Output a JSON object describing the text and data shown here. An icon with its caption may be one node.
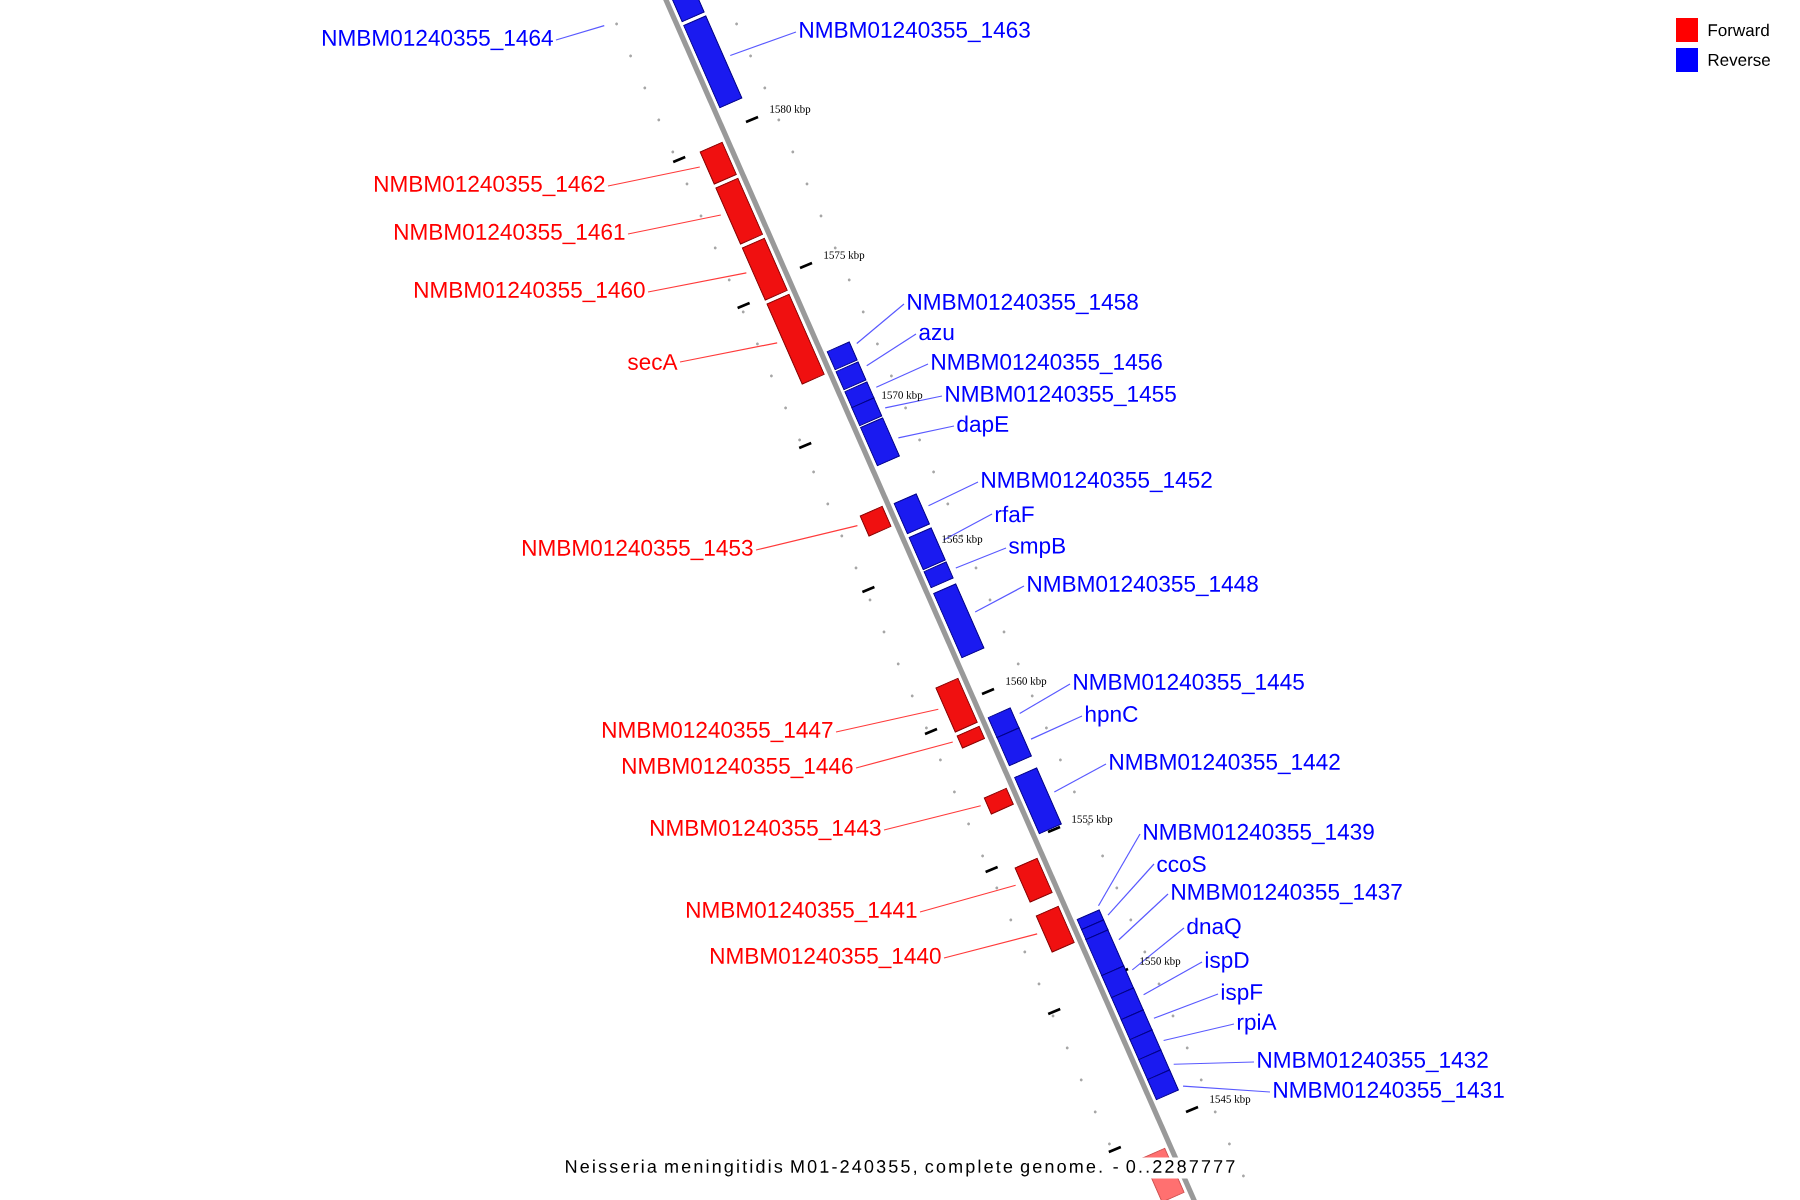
{
  "diagram": {
    "caption": "Neisseria meningitidis M01-240355, complete genome. - 0..2287777",
    "nodes": [
      {
        "text": [],
        "shape": "bar"
      },
      {
        "text": [
          "NMBM01240355_1464"
        ]
      },
      {
        "text": [
          "NMBM01240355_1463"
        ]
      },
      {
        "text": [],
        "shape": "bar"
      },
      {
        "text": [
          "NMBM01240355_1462"
        ]
      },
      {
        "text": [],
        "shape": "bar"
      },
      {
        "text": [
          "NMBM01240355_1461"
        ]
      },
      {
        "text": [],
        "shape": "bar"
      },
      {
        "text": [
          "NMBM01240355_1460"
        ]
      },
      {
        "text": [],
        "shape": "bar"
      },
      {
        "text": [
          "secA"
        ]
      },
      {
        "text": [],
        "shape": "bar"
      },
      {
        "text": [
          "NMBM01240355_1458"
        ]
      },
      {
        "text": [],
        "shape": "bar"
      },
      {
        "text": [
          "azu"
        ]
      },
      {
        "text": [],
        "shape": "bar"
      },
      {
        "text": [
          "NMBM01240355_1456"
        ]
      },
      {
        "text": [],
        "shape": "bar"
      },
      {
        "text": [
          "NMBM01240355_1455"
        ]
      },
      {
        "text": [],
        "shape": "bar"
      },
      {
        "text": [
          "dapE"
        ]
      },
      {
        "text": [],
        "shape": "bar"
      },
      {
        "text": [
          "NMBM01240355_1453"
        ]
      },
      {
        "text": [],
        "shape": "bar"
      },
      {
        "text": [
          "NMBM01240355_1452"
        ]
      },
      {
        "text": [],
        "shape": "bar"
      },
      {
        "text": [
          "rfaF"
        ]
      },
      {
        "text": [],
        "shape": "bar"
      },
      {
        "text": [
          "smpB"
        ]
      },
      {
        "text": [],
        "shape": "bar"
      },
      {
        "text": [
          "NMBM01240355_1448"
        ]
      },
      {
        "text": [],
        "shape": "bar"
      },
      {
        "text": [
          "NMBM01240355_1447"
        ]
      },
      {
        "text": [],
        "shape": "bar"
      },
      {
        "text": [
          "NMBM01240355_1445"
        ]
      },
      {
        "text": [],
        "shape": "bar"
      },
      {
        "text": [
          "NMBM01240355_1446"
        ]
      },
      {
        "text": [],
        "shape": "bar"
      },
      {
        "text": [
          "hpnC"
        ]
      },
      {
        "text": [],
        "shape": "bar"
      },
      {
        "text": [
          "NMBM01240355_1442"
        ]
      },
      {
        "text": [],
        "shape": "bar"
      },
      {
        "text": [
          "NMBM01240355_1443"
        ]
      },
      {
        "text": [],
        "shape": "bar"
      },
      {
        "text": [
          "NMBM01240355_1441"
        ]
      },
      {
        "text": [],
        "shape": "bar"
      },
      {
        "text": [
          "NMBM01240355_1440"
        ]
      },
      {
        "text": [],
        "shape": "bar"
      },
      {
        "text": [
          "NMBM01240355_1439"
        ]
      },
      {
        "text": [],
        "shape": "bar"
      },
      {
        "text": [
          "ccoS"
        ]
      },
      {
        "text": [],
        "shape": "bar"
      },
      {
        "text": [
          "NMBM01240355_1437"
        ]
      },
      {
        "text": [],
        "shape": "bar"
      },
      {
        "text": [
          "dnaQ"
        ]
      },
      {
        "text": [],
        "shape": "bar"
      },
      {
        "text": [
          "ispD"
        ]
      },
      {
        "text": [],
        "shape": "bar"
      },
      {
        "text": [
          "ispF"
        ]
      },
      {
        "text": [],
        "shape": "bar"
      },
      {
        "text": [
          "rpiA"
        ]
      },
      {
        "text": [],
        "shape": "bar"
      },
      {
        "text": [
          "NMBM01240355_1432"
        ]
      },
      {
        "text": [],
        "shape": "bar"
      },
      {
        "text": [
          "NMBM01240355_1431"
        ]
      },
      {
        "text": [],
        "shape": "bar"
      },
      {
        "text": [],
        "shape": "bar"
      }
    ],
    "edges": [
      {
        "from": 1,
        "to": null,
        "arrow": "none"
      },
      {
        "from": 2,
        "to": 3,
        "arrow": "none"
      },
      {
        "from": 4,
        "to": 5,
        "arrow": "none",
        "color": "#ff3b3b"
      },
      {
        "from": 6,
        "to": 7,
        "arrow": "none",
        "color": "#ff3b3b"
      },
      {
        "from": 8,
        "to": 9,
        "arrow": "none",
        "color": "#ff3b3b"
      },
      {
        "from": 10,
        "to": 11,
        "arrow": "none",
        "color": "#ff3b3b"
      },
      {
        "from": 12,
        "to": 13,
        "arrow": "none"
      },
      {
        "from": 14,
        "to": 15,
        "arrow": "none"
      },
      {
        "from": 16,
        "to": 17,
        "arrow": "none"
      },
      {
        "from": 18,
        "to": 19,
        "arrow": "none"
      },
      {
        "from": 20,
        "to": 21,
        "arrow": "none"
      },
      {
        "from": 22,
        "to": 23,
        "arrow": "none",
        "color": "#ff3b3b"
      },
      {
        "from": 24,
        "to": 25,
        "arrow": "none"
      },
      {
        "from": 26,
        "to": 27,
        "arrow": "none"
      },
      {
        "from": 28,
        "to": 29,
        "arrow": "none"
      },
      {
        "from": 30,
        "to": 31,
        "arrow": "none"
      },
      {
        "from": 32,
        "to": 33,
        "arrow": "none",
        "color": "#ff3b3b"
      },
      {
        "from": 34,
        "to": 35,
        "arrow": "none"
      },
      {
        "from": 36,
        "to": 37,
        "arrow": "none",
        "color": "#ff3b3b"
      },
      {
        "from": 38,
        "to": 39,
        "arrow": "none"
      },
      {
        "from": 40,
        "to": 41,
        "arrow": "none"
      },
      {
        "from": 42,
        "to": 43,
        "arrow": "none",
        "color": "#ff3b3b"
      },
      {
        "from": 44,
        "to": 45,
        "arrow": "none",
        "color": "#ff3b3b"
      },
      {
        "from": 46,
        "to": 47,
        "arrow": "none",
        "color": "#ff3b3b"
      },
      {
        "from": 48,
        "to": 49,
        "arrow": "none"
      },
      {
        "from": 50,
        "to": 51,
        "arrow": "none"
      },
      {
        "from": 52,
        "to": 53,
        "arrow": "none"
      },
      {
        "from": 54,
        "to": 55,
        "arrow": "none"
      },
      {
        "from": 56,
        "to": 57,
        "arrow": "none"
      },
      {
        "from": 58,
        "to": 59,
        "arrow": "none"
      },
      {
        "from": 60,
        "to": 61,
        "arrow": "none"
      },
      {
        "from": 62,
        "to": 63,
        "arrow": "none"
      },
      {
        "from": 64,
        "to": 65,
        "arrow": "none"
      }
    ],
    "labels": [
      "1580 kbp",
      "1575 kbp",
      "1570 kbp",
      "1565 kbp",
      "1560 kbp",
      "1555 kbp",
      "1550 kbp",
      "1545 kbp"
    ],
    "legend": [
      {
        "text": "Forward",
        "color": "#ff0000"
      },
      {
        "text": "Reverse",
        "color": "#0000ff"
      }
    ]
  }
}
